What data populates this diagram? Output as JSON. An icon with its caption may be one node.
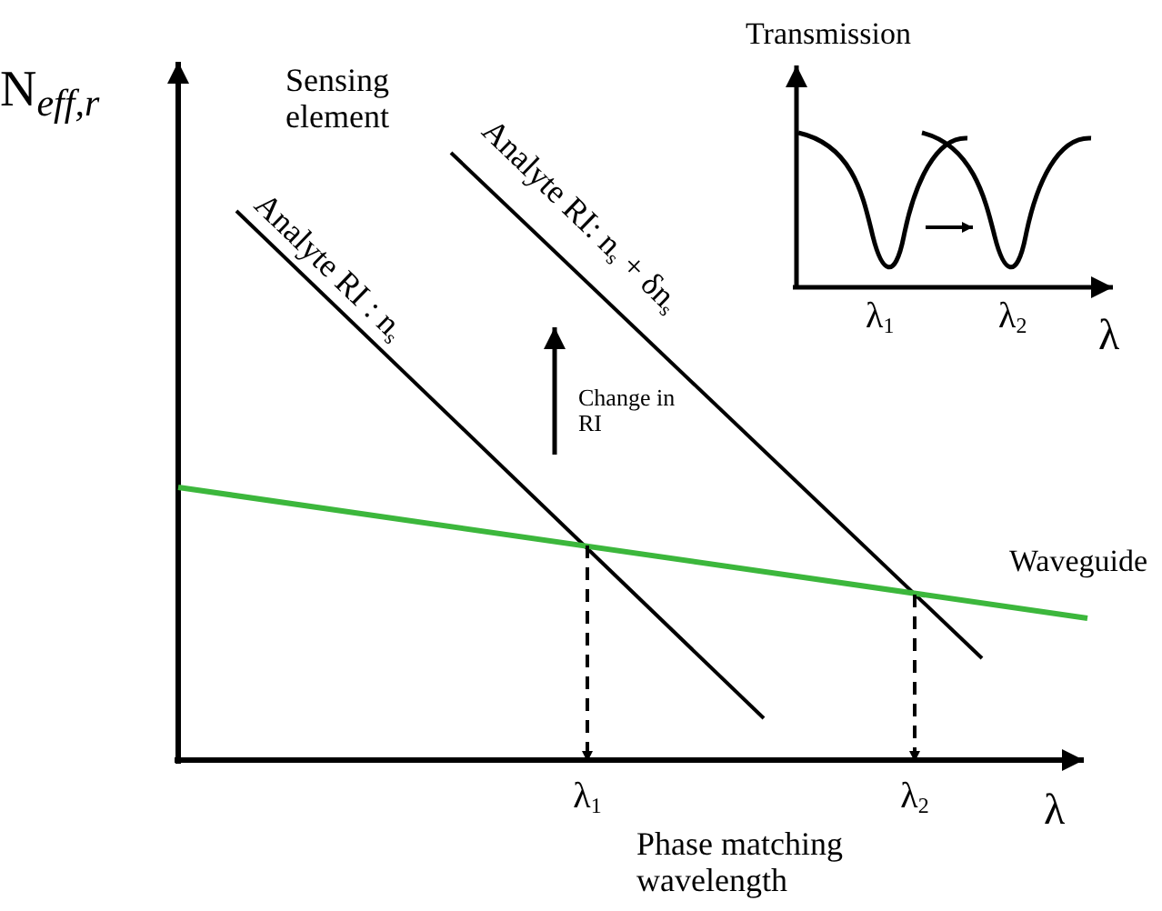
{
  "diagram": {
    "nodes": [
      {
        "text": [
          "λ$_{1}$"
        ]
      },
      {
        "text": [
          "λ$_{2}$"
        ]
      }
    ],
    "edges": [
      {
        "from": null,
        "to": 0,
        "arrow": "to",
        "style": "dashed"
      },
      {
        "from": null,
        "to": 1,
        "arrow": "to",
        "style": "dashed"
      }
    ],
    "labels": [
      "N$_{eff,r}$",
      "Sensing element",
      "Analyte RI : n$_{s}$",
      "Analyte RI: n$_{s}$ + δn$_{s}$",
      "Transmission",
      "λ$_{1}$",
      "λ$_{2}$",
      "λ",
      "Change in RI",
      "Waveguide",
      "λ",
      "Phase matching wavelength"
    ]
  }
}
